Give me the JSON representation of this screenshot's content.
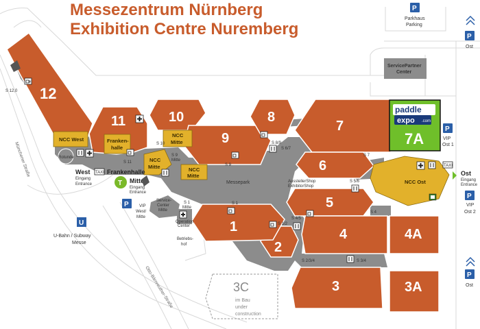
{
  "title": {
    "line1": "Messezentrum Nürnberg",
    "line2": "Exhibition Centre Nuremberg"
  },
  "halls": {
    "h1": "1",
    "h2": "2",
    "h3": "3",
    "h3a": "3A",
    "h3c": "3C",
    "h4": "4",
    "h4a": "4A",
    "h5": "5",
    "h6": "6",
    "h7": "7",
    "h7a": "7A",
    "h8": "8",
    "h9": "9",
    "h10": "10",
    "h11": "11",
    "h12": "12"
  },
  "hall_3c": {
    "status": "im Bau",
    "status_line2": "under",
    "status_line3": "construction"
  },
  "ncc": {
    "west": "NCC West",
    "mitte_1": "NCC",
    "mitte_2": "Mitte",
    "ost": "NCC Ost"
  },
  "frankenhalle_box": {
    "line1": "Franken-",
    "line2": "halle"
  },
  "frankenhalle_label": "Frankenhalle",
  "rotunde": "Rotunde",
  "messepark": "Messepark",
  "aussteller_shop": {
    "line1": "AusstellerShop",
    "line2": "ExhibitorShop"
  },
  "servicepartner": {
    "line1": "ServicePartner",
    "line2": "Center"
  },
  "service_center": {
    "line1": "Service-",
    "line2": "Center",
    "line3": "Mitte"
  },
  "operation_center": {
    "line1": "Operation",
    "line2": "Center"
  },
  "betriebshof": {
    "line1": "Betriebs-",
    "line2": "hof"
  },
  "entrances": {
    "west": {
      "name": "West",
      "line1": "Eingang",
      "line2": "Entrance"
    },
    "mitte": {
      "name": "Mitte",
      "line1": "Eingang",
      "line2": "Entrance"
    },
    "ost": {
      "name": "Ost",
      "line1": "Eingang",
      "line2": "Entrance"
    }
  },
  "parking": {
    "symbol": "P",
    "parkhaus": {
      "line1": "Parkhaus",
      "line2": "Parking"
    },
    "vip_west": {
      "line1": "VIP",
      "line2": "West/",
      "line3": "Mitte"
    },
    "vip_ost1": {
      "line1": "VIP",
      "line2": "Ost 1"
    },
    "vip_ost2": {
      "line1": "VIP",
      "line2": "Ost 2"
    },
    "ost_top": "Ost",
    "ost_bottom": "Ost"
  },
  "ubahn": {
    "symbol": "U",
    "line1": "U-Bahn / Subway",
    "line2": "Messe"
  },
  "taxi": "TAXI",
  "mitte_circle": "T",
  "paddle_logo": {
    "line1": "paddle",
    "line2": "expo",
    "suffix": ".com"
  },
  "streets": {
    "muenchener": "Münchener Straße",
    "otto_baerwald": "Otto-Bärnreuther-Straße"
  },
  "stairs": {
    "s12": "S 12,0",
    "s10": "S 10",
    "s11": "S 11",
    "s9a": "S 9",
    "s9b": "S 9",
    "s9_mitte": "Mitte",
    "s89": "S 8/9",
    "s67": "S 6/7",
    "s7": "S 7",
    "s56": "S 5/6",
    "s4": "S 4",
    "s1": "S 1",
    "s12b": "S 1/2",
    "s45": "S 4/5",
    "s234": "S 2/3/4",
    "s34": "S 3/4",
    "s1m": "S 1",
    "s1m_mitte": "Mitte"
  },
  "colors": {
    "hall": "#c85c2c",
    "ncc": "#e2b12b",
    "walkway": "#8c8c8c",
    "parking": "#2b5fa8",
    "paddle_green": "#6fbf2a",
    "mitte_green": "#7ab929"
  }
}
